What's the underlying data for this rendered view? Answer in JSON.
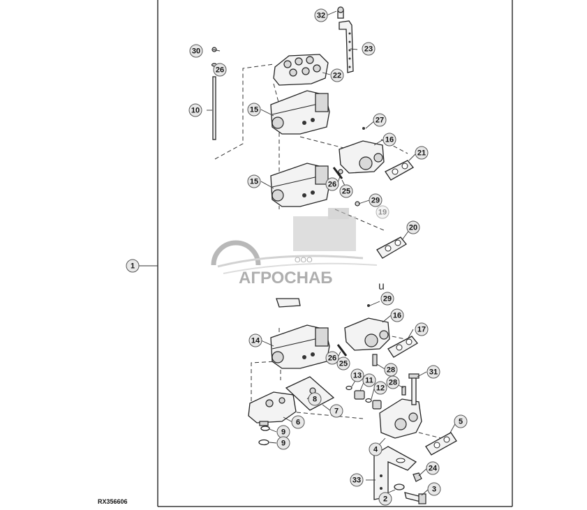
{
  "drawing": {
    "ref_code": "RX356606",
    "stray_mark": "u"
  },
  "watermark": {
    "company_prefix": "ООО",
    "company_name": "АГРОСНАБ"
  },
  "callouts": [
    {
      "id": "c1",
      "label": "1"
    },
    {
      "id": "c2",
      "label": "2"
    },
    {
      "id": "c3",
      "label": "3"
    },
    {
      "id": "c4",
      "label": "4"
    },
    {
      "id": "c5",
      "label": "5"
    },
    {
      "id": "c6",
      "label": "6"
    },
    {
      "id": "c7",
      "label": "7"
    },
    {
      "id": "c8",
      "label": "8"
    },
    {
      "id": "c9a",
      "label": "9"
    },
    {
      "id": "c9b",
      "label": "9"
    },
    {
      "id": "c10",
      "label": "10"
    },
    {
      "id": "c11",
      "label": "11"
    },
    {
      "id": "c12",
      "label": "12"
    },
    {
      "id": "c13",
      "label": "13"
    },
    {
      "id": "c14",
      "label": "14"
    },
    {
      "id": "c15a",
      "label": "15"
    },
    {
      "id": "c15b",
      "label": "15"
    },
    {
      "id": "c16a",
      "label": "16"
    },
    {
      "id": "c16b",
      "label": "16"
    },
    {
      "id": "c17",
      "label": "17"
    },
    {
      "id": "c19",
      "label": "19"
    },
    {
      "id": "c20",
      "label": "20"
    },
    {
      "id": "c21",
      "label": "21"
    },
    {
      "id": "c22",
      "label": "22"
    },
    {
      "id": "c23",
      "label": "23"
    },
    {
      "id": "c24",
      "label": "24"
    },
    {
      "id": "c25a",
      "label": "25"
    },
    {
      "id": "c25b",
      "label": "25"
    },
    {
      "id": "c26a",
      "label": "26"
    },
    {
      "id": "c26b",
      "label": "26"
    },
    {
      "id": "c26c",
      "label": "26"
    },
    {
      "id": "c27",
      "label": "27"
    },
    {
      "id": "c28a",
      "label": "28"
    },
    {
      "id": "c28b",
      "label": "28"
    },
    {
      "id": "c29a",
      "label": "29"
    },
    {
      "id": "c29b",
      "label": "29"
    },
    {
      "id": "c30",
      "label": "30"
    },
    {
      "id": "c31",
      "label": "31"
    },
    {
      "id": "c32",
      "label": "32"
    },
    {
      "id": "c33",
      "label": "33"
    }
  ]
}
